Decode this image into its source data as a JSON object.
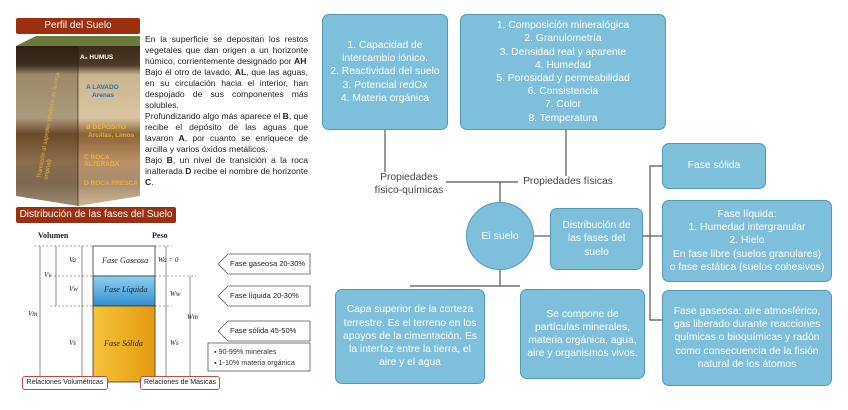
{
  "profile": {
    "header": "Perfil del Suelo",
    "cube_labels": {
      "a0": "A₀ HUMUS",
      "a_lavado": "A LAVADO",
      "a_arenas": "Arenas",
      "b_deposito": "B DEPÓSITO",
      "b_arcillas": "Arcillas, Limos",
      "c_roca_alterada": "C ROCA ALTERADA",
      "d_roca_fresca": "D ROCA FRESCA",
      "side_1": "Transición al saprolito (material de la",
      "side_2": "roca original)"
    },
    "paragraphs": [
      [
        "En la superficie se depositan los restos vegetales que dan origen a un horizonte húmico, corrientemente designado por ",
        "AH"
      ],
      [
        "Bajo él otro de lavado, ",
        "AL",
        ", que las aguas, en su circulación hacia el interior, han despojado de sus componentes más solubles."
      ],
      [
        "Profundizando algo más aparece el ",
        "B",
        ", que recibe el depósito de las aguas que lavaron ",
        "A",
        ", por cuanto se enriquece de arcilla y varios óxidos metálicos."
      ],
      [
        "Bajo ",
        "B",
        ", un nivel de transición a la roca inalterada ",
        "D",
        " recibe el nombre de horizonte ",
        "C",
        "."
      ]
    ]
  },
  "phases": {
    "header": "Distribución de las fases del Suelo",
    "col_volume": "Volumen",
    "col_weight": "Peso",
    "gas": "Fase Gaseosa",
    "liquid": "Fase Líquida",
    "solid": "Fase Sólida",
    "symbols": {
      "va": "Va",
      "vw": "Vw",
      "vs": "Vs",
      "vv": "Vv",
      "vm": "Vm",
      "wa": "Wa = 0",
      "ww": "Ww",
      "ws": "Ws",
      "wm": "Wm"
    },
    "arrows": [
      "Fase gaseosa 20-30%",
      "Fase líquida 20-30%",
      "Fase sólida 45-50%"
    ],
    "bullets": [
      "90-99% minerales",
      "1-10% materia orgánica"
    ],
    "footer_left": "Relaciones Volumétricas",
    "footer_right": "Relaciones de Másicas"
  },
  "mindmap": {
    "center": "El suelo",
    "label_fq": "Propiedades físico-químicas",
    "label_f": "Propiedades físicas",
    "fq_items": [
      "1. Capacidad de intercambio iónico.",
      "2. Reactividad del suelo",
      "3. Potencial redOx",
      "4. Materia orgánica"
    ],
    "f_items": [
      "1. Composición mineralógica",
      "2. Granulometría",
      "3. Densidad real y aparente",
      "4. Humedad",
      "5. Porosidad y permeabilidad",
      "6. Consistencia",
      "7. Color",
      "8. Temperatura"
    ],
    "distribution": "Distribución de las fases del suelo",
    "solid_phase": "Fase sólida",
    "liquid_phase": [
      "Fase líquida:",
      "1. Humedad intergranular",
      "2. Hielo",
      "En fase libre (suelos granulares)",
      "o fase estática (suelos cohesivos)"
    ],
    "gas_phase": "Fase gaseosa: aire atmosférico, gas liberado durante reacciones químicas o bioquímicas y radón como consecuencia de la fisión natural de los átomos",
    "definition": "Capa superior de la corteza terrestre. Es el terreno en los apoyos de la cimentación. Es la interfaz entre la tierra, el aire y el agua",
    "composition": "Se compone de partículas minerales, materia orgánica, agua, aire y organismos vivos."
  },
  "colors": {
    "header": "#9c2f0f",
    "node_fill": "#7ec0dc",
    "node_border": "#4f98b8",
    "gas": "#ffffff",
    "liquid": "#3aa6dd",
    "solid": "#f2b51c"
  }
}
